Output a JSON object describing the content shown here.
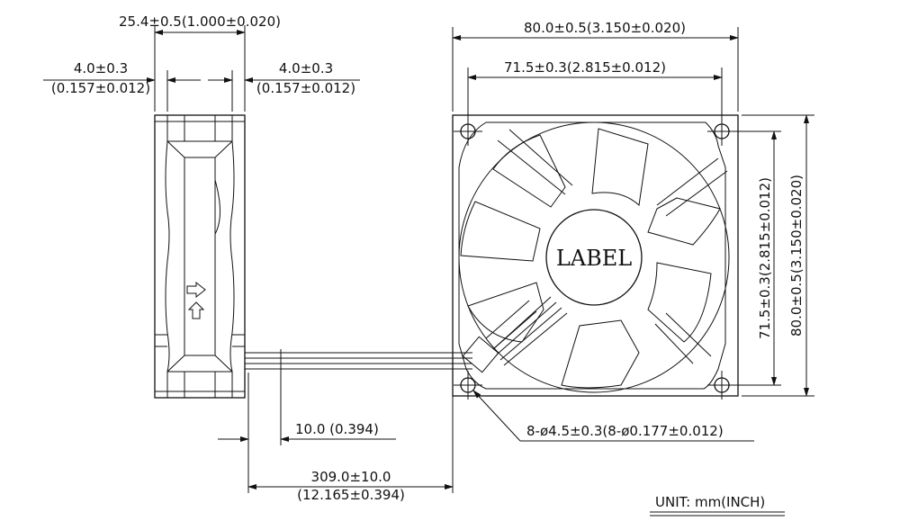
{
  "side_view": {
    "thickness_dim": "25.4±0.5(1.000±0.020)",
    "left_flange_dim": "4.0±0.3",
    "left_flange_dim_inch": "(0.157±0.012)",
    "right_flange_dim": "4.0±0.3",
    "right_flange_dim_inch": "(0.157±0.012)"
  },
  "front_view": {
    "overall_width_dim": "80.0±0.5(3.150±0.020)",
    "hole_spacing_width_dim": "71.5±0.3(2.815±0.012)",
    "overall_height_dim": "80.0±0.5(3.150±0.020)",
    "hole_spacing_height_dim": "71.5±0.3(2.815±0.012)",
    "hub_label": "LABEL",
    "mounting_holes_dim": "8-ø4.5±0.3(8-ø0.177±0.012)"
  },
  "lead_wire": {
    "strip_length_dim": "10.0  (0.394)",
    "lead_length_dim": "309.0±10.0",
    "lead_length_dim_inch": "(12.165±0.394)"
  },
  "unit_note": "UNIT:  mm(INCH)"
}
